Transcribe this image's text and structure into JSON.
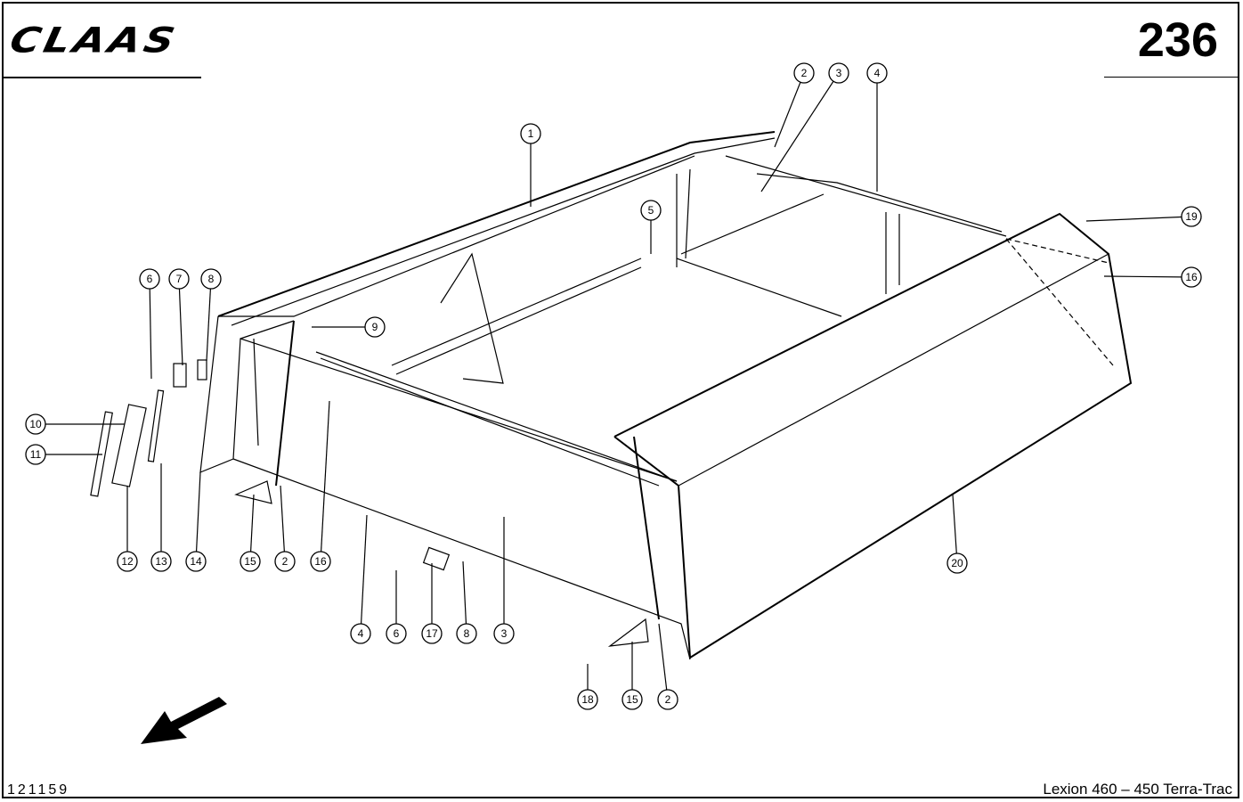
{
  "header": {
    "brand": "CLAAS",
    "page_number": "236"
  },
  "footer": {
    "drawing_id": "121159",
    "model": "Lexion 460 – 450 Terra-Trac"
  },
  "callouts": [
    "1",
    "2",
    "3",
    "4",
    "5",
    "6",
    "7",
    "8",
    "9",
    "10",
    "11",
    "19",
    "16",
    "12",
    "13",
    "14",
    "15",
    "2",
    "16",
    "20",
    "4",
    "6",
    "17",
    "8",
    "3",
    "18",
    "15",
    "2"
  ]
}
